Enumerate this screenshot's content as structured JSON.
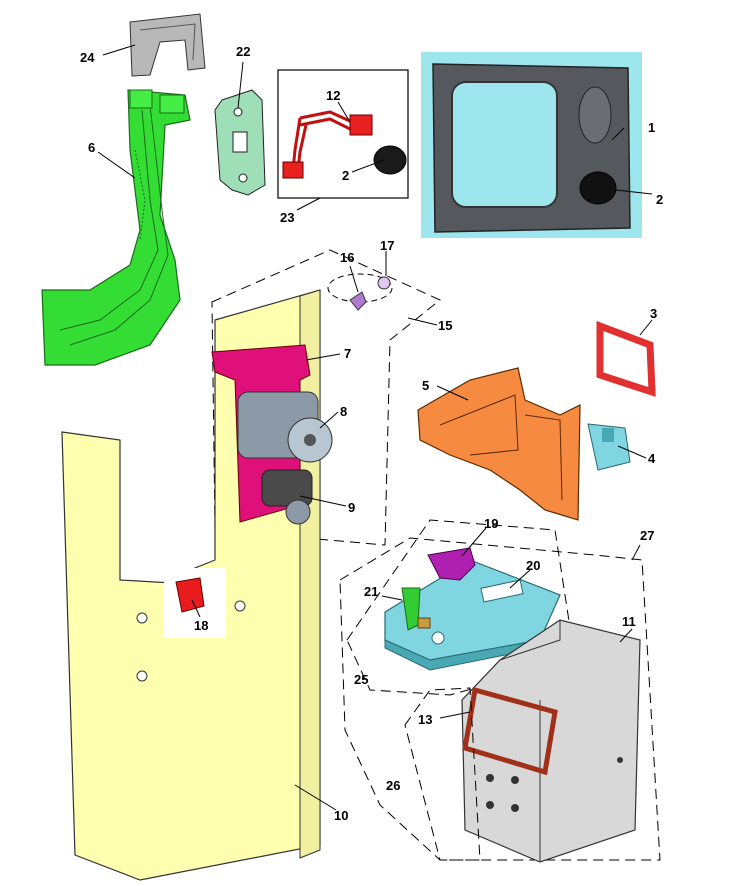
{
  "diagram": {
    "callouts": {
      "c1": "1",
      "c2a": "2",
      "c2b": "2",
      "c3": "3",
      "c4": "4",
      "c5": "5",
      "c6": "6",
      "c7": "7",
      "c8": "8",
      "c9": "9",
      "c10": "10",
      "c11": "11",
      "c12": "12",
      "c13": "13",
      "c15": "15",
      "c16": "16",
      "c17": "17",
      "c18": "18",
      "c19": "19",
      "c20": "20",
      "c21": "21",
      "c22": "22",
      "c23": "23",
      "c24": "24",
      "c25": "25",
      "c26": "26",
      "c27": "27"
    },
    "colors": {
      "panel_yellow": "#FFFFB0",
      "chute_green": "#33DD33",
      "bracket_magenta": "#E0107A",
      "funnel_orange": "#F58A40",
      "tray_cyan": "#7FD6E0",
      "bezel_bg": "#9EE6EE",
      "bezel_dark": "#55595E",
      "cashbox_grey": "#D8D8D8",
      "clip_red": "#E81C1C",
      "button_purple": "#B020B0"
    }
  }
}
